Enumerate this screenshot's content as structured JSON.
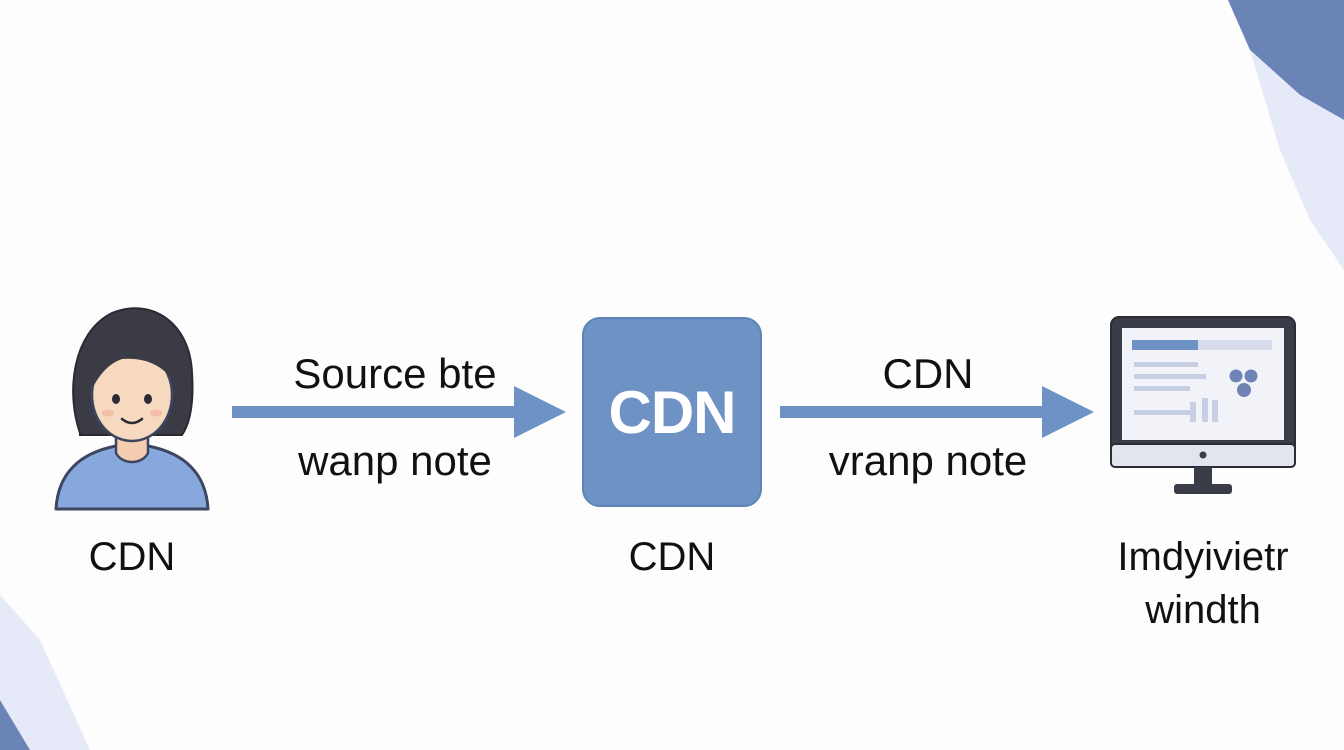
{
  "colors": {
    "accent": "#6f92c4",
    "arrow": "#6f92c4",
    "text": "#111111",
    "corner_shape": "#6b84b8",
    "corner_shape_light": "#e6e9f7"
  },
  "user": {
    "icon": "person-avatar-icon",
    "label": "CDN"
  },
  "arrow_left": {
    "top_label": "Source bte",
    "bottom_label": "wanp note"
  },
  "cdn_node": {
    "box_text": "CDN",
    "label": "CDN"
  },
  "arrow_right": {
    "top_label": "CDN",
    "bottom_label": "vranp note"
  },
  "monitor": {
    "icon": "desktop-monitor-icon",
    "label_line1": "Imdyivietr",
    "label_line2": "windth"
  }
}
